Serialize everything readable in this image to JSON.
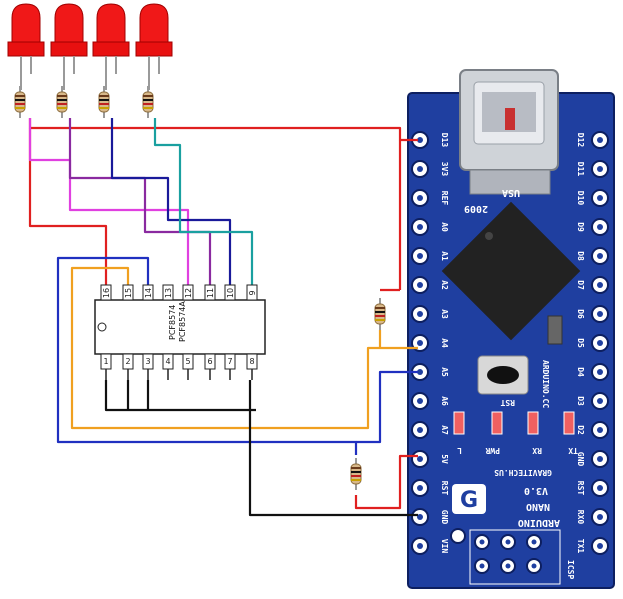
{
  "colors": {
    "red_wire": "#e02020",
    "magenta_wire": "#e040e0",
    "purple_wire": "#8a2aa0",
    "navy_wire": "#1a1a9a",
    "teal_wire": "#1aa0a0",
    "orange_wire": "#f0a020",
    "blue_wire": "#2030c0",
    "black_wire": "#111111",
    "board_blue": "#1f3fa0",
    "led_red": "#f01818"
  },
  "ic": {
    "part_line1": "PCF8574",
    "part_line2": "PCF8574A",
    "top_pins": [
      "16",
      "15",
      "14",
      "13",
      "12",
      "11",
      "10",
      "9"
    ],
    "bottom_pins": [
      "1",
      "2",
      "3",
      "4",
      "5",
      "6",
      "7",
      "8"
    ]
  },
  "board": {
    "left_labels": [
      "D13",
      "3V3",
      "REF",
      "A0",
      "A1",
      "A2",
      "A3",
      "A4",
      "A5",
      "A6",
      "A7",
      "5V",
      "RST",
      "GND",
      "VIN"
    ],
    "right_labels": [
      "D12",
      "D11",
      "D10",
      "D9",
      "D8",
      "D7",
      "D6",
      "D5",
      "D4",
      "D3",
      "D2",
      "GND",
      "RST",
      "RX0",
      "TX1"
    ],
    "usa": "USA",
    "year": "2009",
    "rst_button": "RST",
    "arduino_cc": "ARDUINO.CC",
    "pwr": "PWR",
    "rx": "RX",
    "tx": "TX",
    "l_led": "L",
    "gravitech": "GRAVITECH.US",
    "version": "V3.0",
    "nano": "NANO",
    "arduino": "ARDUINO",
    "icsp": "ICSP"
  }
}
